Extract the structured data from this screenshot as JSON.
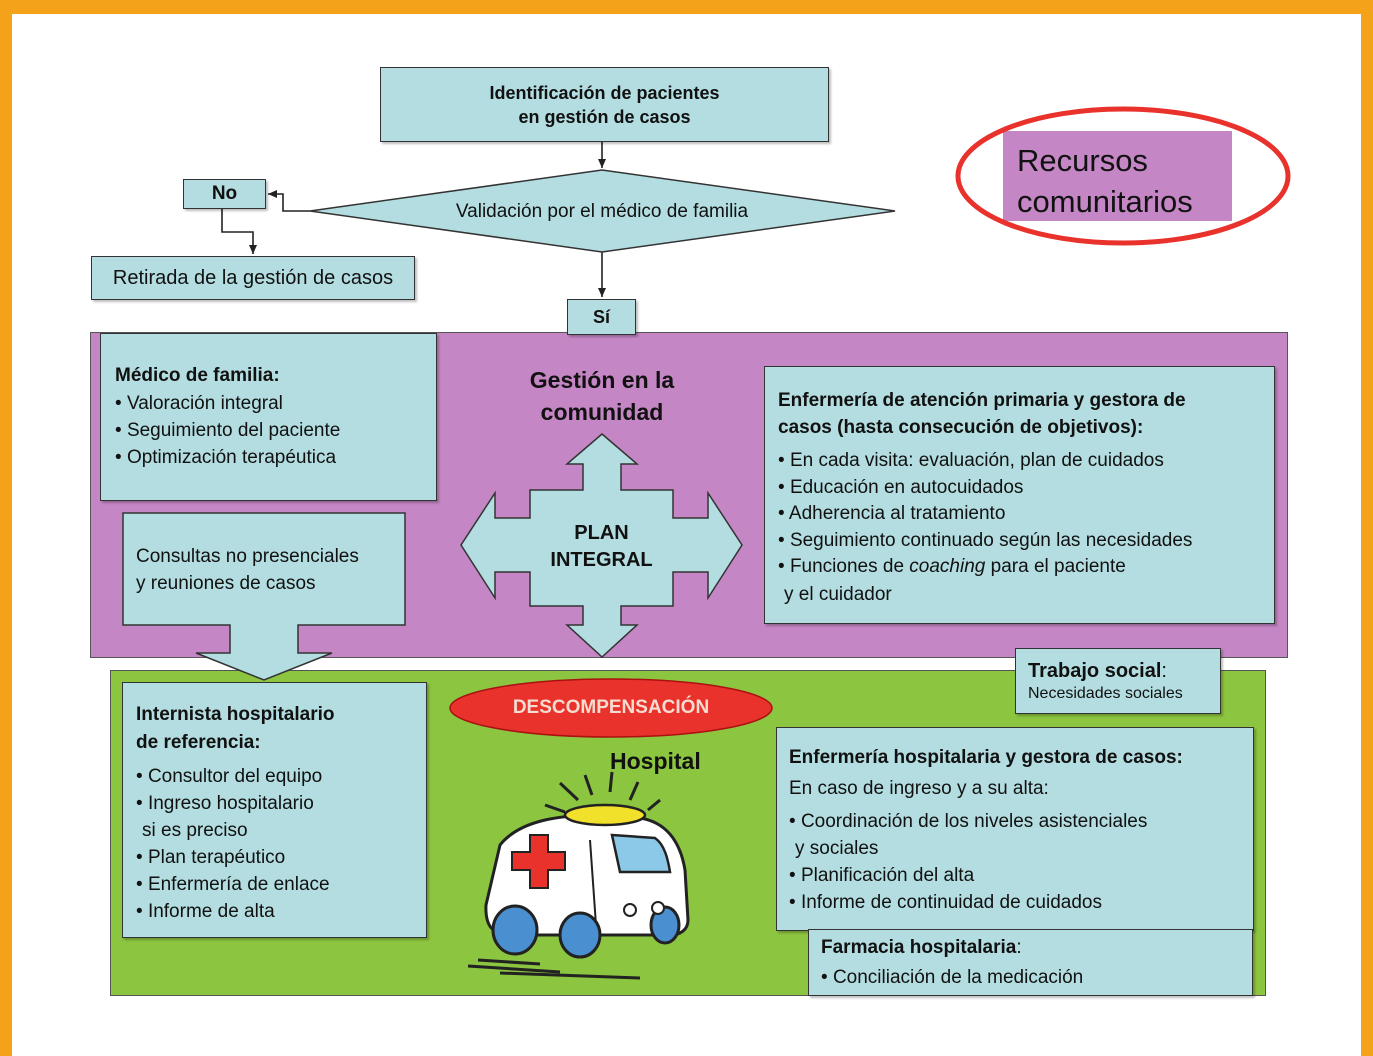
{
  "flow": {
    "identify_line1": "Identificación de pacientes",
    "identify_line2": "en gestión de casos",
    "validation": "Validación por el médico de familia",
    "no": "No",
    "withdrawal": "Retirada de la gestión de casos",
    "yes": "Sí"
  },
  "resources": {
    "line1": "Recursos",
    "line2": "comunitarios"
  },
  "community": {
    "title_line1": "Gestión en la",
    "title_line2": "comunidad",
    "plan_line1": "PLAN",
    "plan_line2": "INTEGRAL",
    "family_doctor": {
      "title": "Médico de familia:",
      "items": [
        "Valoración integral",
        "Seguimiento del paciente",
        "Optimización terapéutica"
      ]
    },
    "consultations": {
      "line1": "Consultas no presenciales",
      "line2": "y reuniones de casos"
    },
    "nursing": {
      "title_line1": "Enfermería de atención primaria y gestora de",
      "title_line2": "casos (hasta consecución de objetivos):",
      "items": [
        "En cada visita: evaluación, plan de cuidados",
        "Educación en autocuidados",
        "Adherencia al tratamiento",
        "Seguimiento continuado según las necesidades"
      ],
      "coaching_before": "Funciones de ",
      "coaching_em": "coaching",
      "coaching_after": " para el paciente",
      "coaching_cont": "y el cuidador"
    }
  },
  "hospital": {
    "decompensation": "DESCOMPENSACIÓN",
    "label": "Hospital",
    "social_work": {
      "title": "Trabajo social",
      "colon": ":",
      "subtitle": "Necesidades sociales"
    },
    "internist": {
      "title_line1": "Internista hospitalario",
      "title_line2": "de referencia:",
      "items": [
        "Consultor del equipo",
        "Ingreso hospitalario",
        "Plan terapéutico",
        "Enfermería de enlace",
        "Informe de alta"
      ],
      "item2_cont": "si es preciso"
    },
    "nursing": {
      "title": "Enfermería hospitalaria y gestora de casos:",
      "intro": "En caso de ingreso y a su alta:",
      "item1": "Coordinación de los niveles asistenciales",
      "item1_cont": "y sociales",
      "item2": "Planificación del alta",
      "item3": "Informe de continuidad de cuidados"
    },
    "pharmacy": {
      "title": "Farmacia hospitalaria",
      "colon": ":",
      "item": "Conciliación de la medicación"
    }
  },
  "colors": {
    "frame": "#f5a21b",
    "box_fill": "#b3dde0",
    "community_fill": "#c486c4",
    "hospital_fill": "#8cc540",
    "resources_fill": "#c486c4",
    "resources_ring": "#e8322b",
    "decompensation_fill": "#e8322b"
  },
  "icons": [
    "ambulance-illustration"
  ]
}
